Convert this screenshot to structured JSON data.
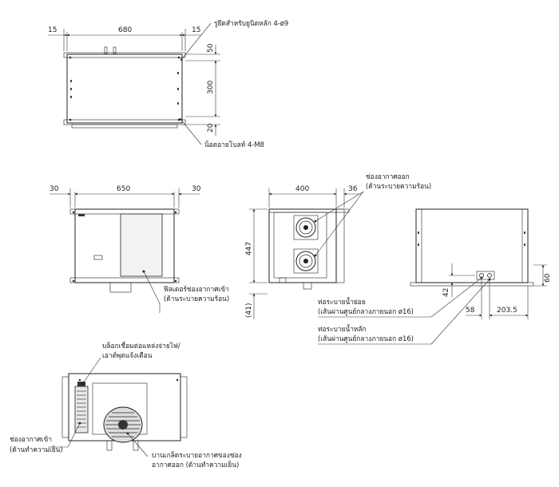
{
  "top_view": {
    "dims": {
      "left": "15",
      "width": "680",
      "right": "15",
      "d1": "50",
      "d2": "300",
      "d3": "20"
    },
    "labels": {
      "mount_holes": "รูยึดสำหรับยูนิตหลัก 4-ø9",
      "bolt_nut": "น็อตอายโบลท์ 4-M8"
    }
  },
  "front_view": {
    "dims": {
      "left": "30",
      "width": "650",
      "right": "30"
    },
    "labels": {
      "filter": "ฟิลเตอร์ช่องอากาศเข้า",
      "filter_sub": "(ด้านระบายความร้อน)"
    }
  },
  "side_view": {
    "dims": {
      "width": "400",
      "offset": "36",
      "height": "447",
      "bottom": "(41)"
    },
    "labels": {
      "outlet": "ช่องอากาศออก",
      "outlet_sub": "(ด้านระบายความร้อน)"
    }
  },
  "rear_side_view": {
    "dims": {
      "d42": "42",
      "d60": "60",
      "d58": "58",
      "d2035": "203.5"
    },
    "labels": {
      "drain_sub": "ท่อระบายน้ำย่อย",
      "drain_sub_note": "(เส้นผ่านศูนย์กลางภายนอก ø16)",
      "drain_main": "ท่อระบายน้ำหลัก",
      "drain_main_note": "(เส้นผ่านศูนย์กลางภายนอก ø16)"
    }
  },
  "back_view": {
    "labels": {
      "terminal": "บล็อกเชื่อมต่อแหล่งจ่ายไฟ/",
      "terminal_sub": "เอาต์พุตแจ้งเตือน",
      "inlet": "ช่องอากาศเข้า",
      "inlet_sub": "(ด้านทำความเย็น)",
      "louver": "บานเกล็ดระบายอากาศของช่อง",
      "louver_sub": "อากาศออก (ด้านทำความเย็น)"
    }
  }
}
